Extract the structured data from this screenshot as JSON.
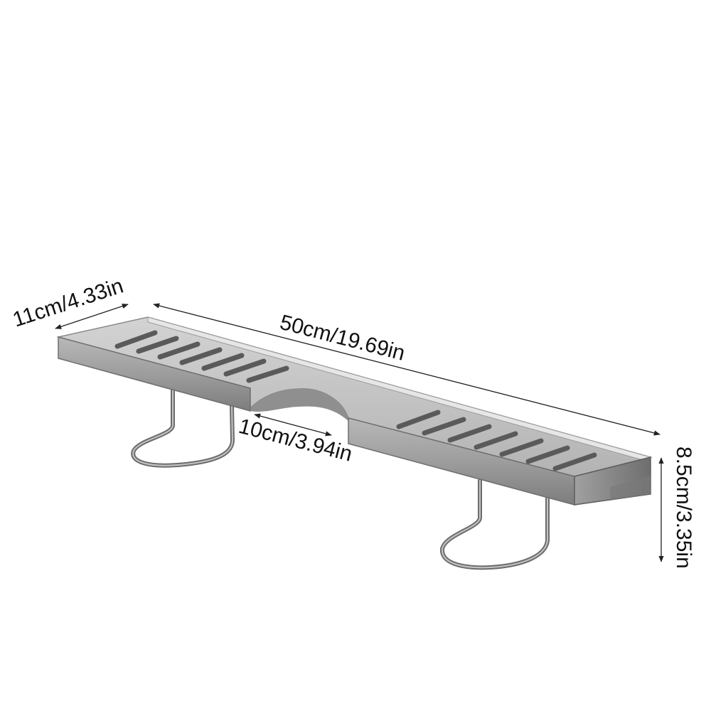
{
  "product": {
    "name_icon": "shelf-rack-icon",
    "colors": {
      "metal_light": "#c9c9c9",
      "metal_mid": "#a9a9a9",
      "metal_dark": "#7d7d7d",
      "slot": "#5f5f5f",
      "dimension_line": "#222222"
    }
  },
  "dimensions": {
    "width_label": "11cm/4.33in",
    "length_label": "50cm/19.69in",
    "gap_label": "10cm/3.94in",
    "height_label": "8.5cm/3.35in"
  }
}
